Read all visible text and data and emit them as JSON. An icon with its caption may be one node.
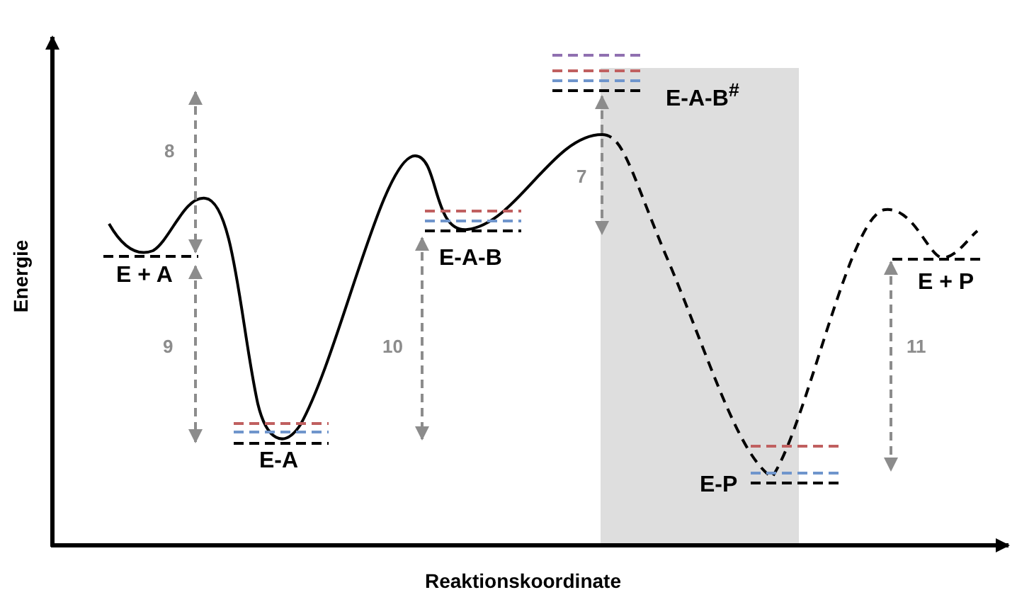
{
  "diagram": {
    "labels": [
      "E-A-B$^{#}$",
      "8",
      "7",
      "E-A-B",
      "Energie",
      "E + A",
      "9",
      "10",
      "11",
      "E + P",
      "E-A",
      "E-P",
      "Reaktionskoordinate"
    ]
  }
}
